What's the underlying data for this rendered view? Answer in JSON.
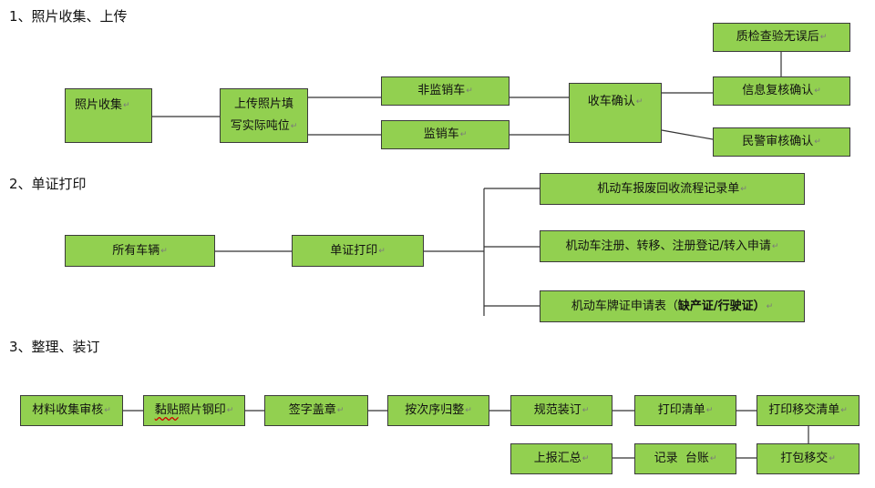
{
  "sections": [
    {
      "title": "1、照片收集、上传"
    },
    {
      "title": "2、单证打印"
    },
    {
      "title": "3、整理、装订"
    }
  ],
  "flow1": {
    "collect": "照片收集",
    "upload_line1": "上传照片填",
    "upload_line2": "写实际吨位",
    "non_monitored": "非监销车",
    "monitored": "监销车",
    "receive_confirm": "收车确认",
    "qc_ok": "质检查验无误后",
    "info_recheck": "信息复核确认",
    "police_review": "民警审核确认"
  },
  "flow2": {
    "all_vehicles": "所有车辆",
    "print_docs": "单证打印",
    "scrap_record": "机动车报废回收流程记录单",
    "register_apply": "机动车注册、转移、注册登记/转入申请",
    "plate_apply_prefix": "机动车牌证申请表（",
    "plate_apply_bold": "缺产证/行驶证）"
  },
  "flow3": {
    "material_review": "材料收集审核",
    "paste_photo_a": "黏贴",
    "paste_photo_b": "照片钢印",
    "sign_stamp": "签字盖章",
    "sort_order": "按次序归整",
    "bind": "规范装订",
    "print_list": "打印清单",
    "print_handover": "打印移交清单",
    "report_summary": "上报汇总",
    "record_ledger": "记录  台账",
    "pack_handover": "打包移交"
  },
  "paragraph_mark": "↵"
}
